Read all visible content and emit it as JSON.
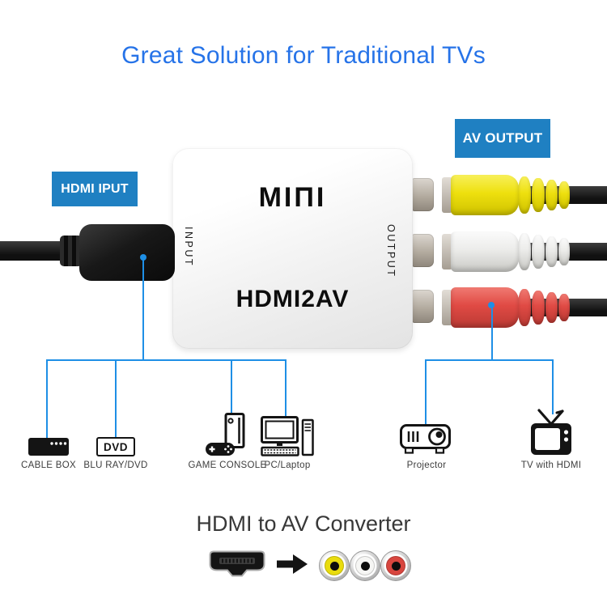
{
  "title": "Great Solution for Traditional TVs",
  "callouts": {
    "input": "HDMI IPUT",
    "output": "AV OUTPUT"
  },
  "converter": {
    "brand": "MIΠI",
    "model": "HDMI2AV",
    "input_port": "INPUT",
    "output_port": "OUTPUT"
  },
  "devices": [
    {
      "label": "CABLE BOX",
      "icon": "cable-box"
    },
    {
      "label": "BLU RAY/DVD",
      "icon": "dvd-player",
      "icon_text": "DVD"
    },
    {
      "label": "GAME CONSOLE",
      "icon": "game-console"
    },
    {
      "label": "PC/Laptop",
      "icon": "pc-desktop"
    },
    {
      "label": "Projector",
      "icon": "projector"
    },
    {
      "label": "TV with HDMI",
      "icon": "tv"
    }
  ],
  "footer": {
    "caption": "HDMI to AV Converter"
  },
  "rca_plugs": [
    {
      "name": "composite-video",
      "color": "#ecdf0b"
    },
    {
      "name": "audio-left",
      "color": "#efefed"
    },
    {
      "name": "audio-right",
      "color": "#e25049"
    }
  ],
  "colors": {
    "title_blue": "#2673e8",
    "callout_bg": "#1f80c2",
    "line_blue": "#1e8fe6",
    "rca_yellow": "#e9dc0e",
    "rca_white": "#efefed",
    "rca_red": "#d8463f",
    "plug_black": "#161616",
    "jack_silver": "#b5ada3",
    "text_dark": "#383838"
  }
}
